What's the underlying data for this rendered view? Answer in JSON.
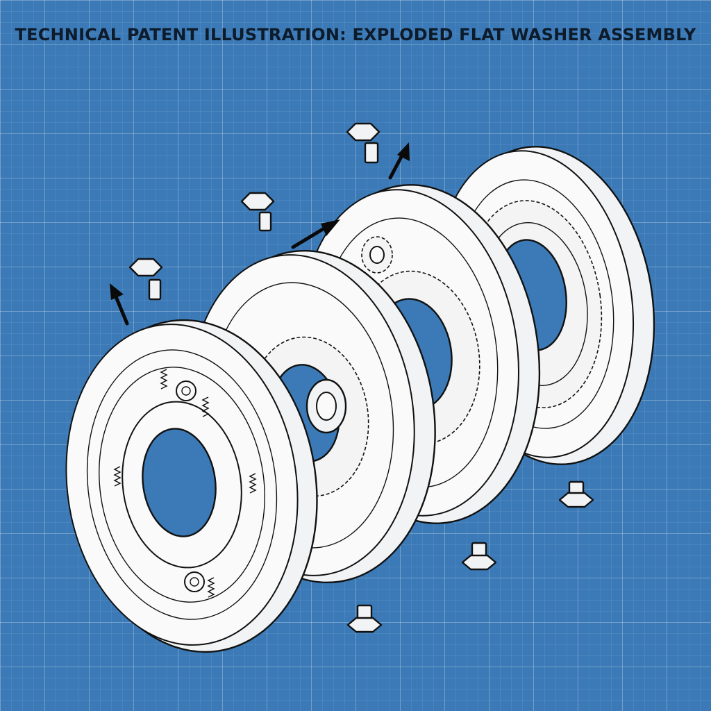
{
  "title": "TECHNICAL PATENT ILLUSTRATION: EXPLODED FLAT WASHER ASSEMBLY",
  "colors": {
    "background": "#3b7ab7",
    "grid": "#ffffff",
    "line": "#111111",
    "part_fill": "#f2f3f4",
    "title": "#0d1b2a"
  },
  "components": {
    "washers": [
      "front-washer-plate",
      "spring-retainer-plate",
      "gear-carrier-plate",
      "rear-washer-plate"
    ],
    "fasteners": [
      "hex-bolt",
      "hex-bolt",
      "hex-bolt",
      "hex-bolt",
      "hex-bolt",
      "hex-bolt"
    ],
    "arrows": [
      "explode-direction-arrow",
      "explode-direction-arrow",
      "explode-direction-arrow"
    ]
  }
}
